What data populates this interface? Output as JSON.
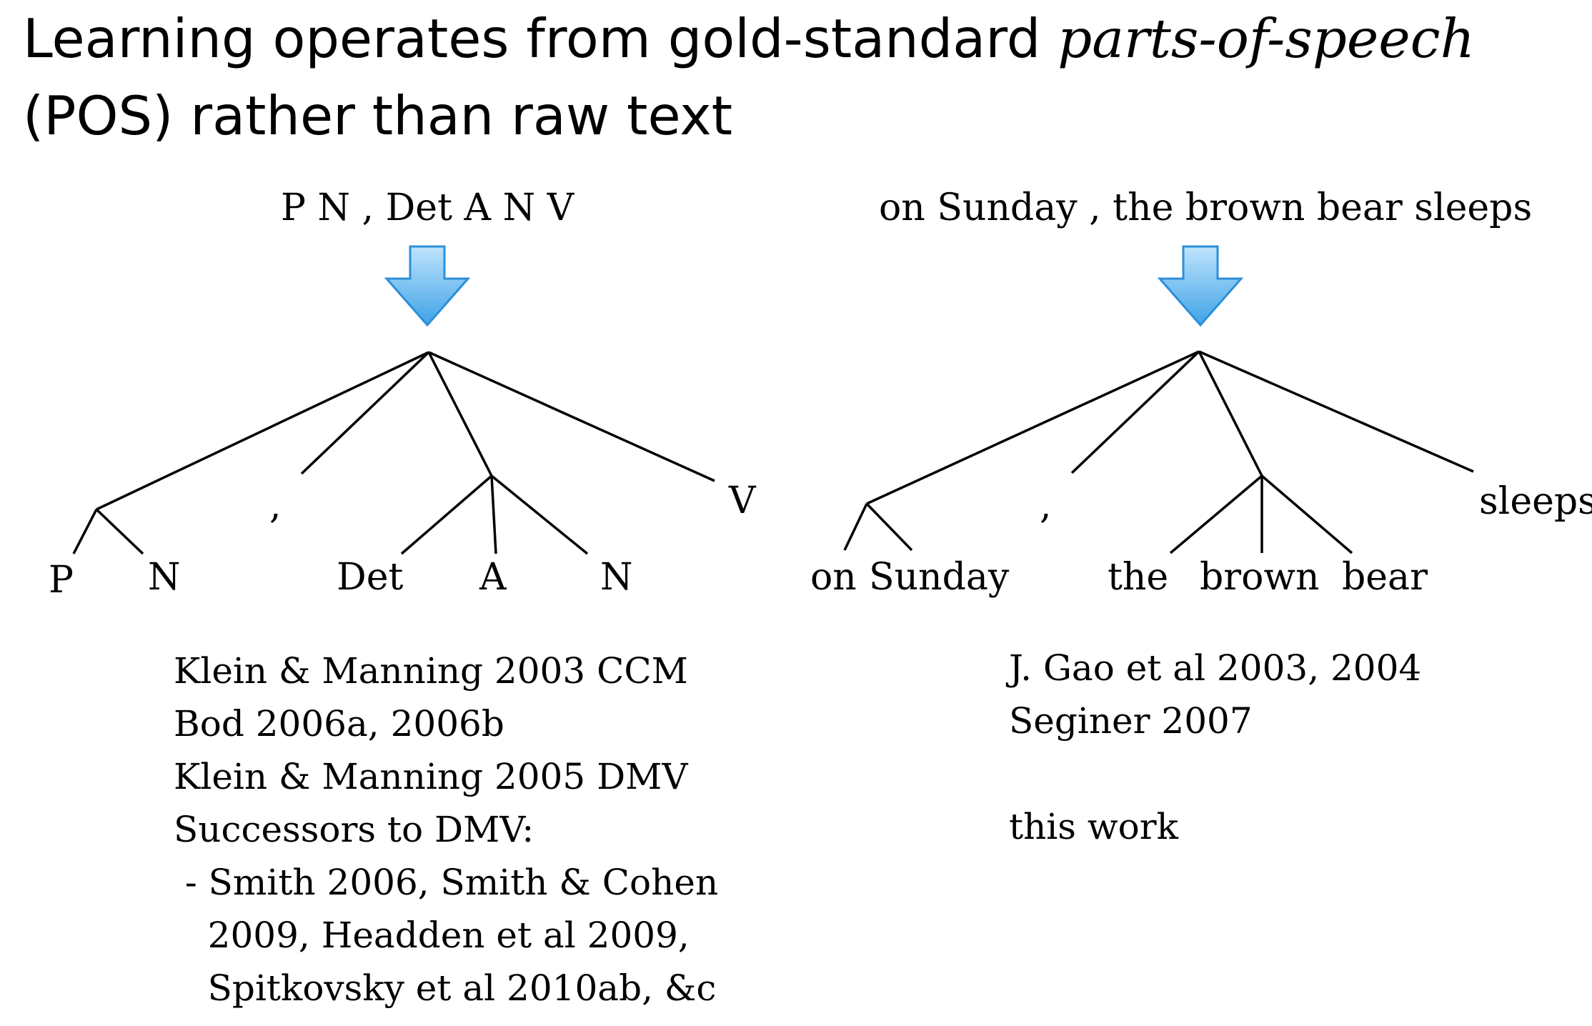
{
  "title": {
    "line1_prefix": "Learning operates from gold-standard ",
    "line1_italic": "parts-of-speech",
    "line2": "(POS) rather than raw text"
  },
  "left": {
    "sequence": "P N , Det A N V",
    "leaves": [
      "P",
      "N",
      ",",
      "Det",
      "A",
      "N",
      "V"
    ],
    "references": [
      "Klein & Manning 2003 CCM",
      "Bod 2006a, 2006b",
      "Klein & Manning 2005 DMV",
      "Successors to DMV:",
      " - Smith 2006, Smith & Cohen",
      "   2009, Headden et al 2009,",
      "   Spitkovsky et al 2010ab, &c"
    ]
  },
  "right": {
    "sequence": "on Sunday , the brown bear sleeps",
    "leaves": [
      "on",
      "Sunday",
      ",",
      "the",
      "brown",
      "bear",
      "sleeps"
    ],
    "references": [
      "J. Gao et al 2003, 2004",
      "Seginer 2007",
      "",
      "this work"
    ]
  },
  "colors": {
    "arrow_fill_top": "#bfe4fb",
    "arrow_fill_bottom": "#3fa2e8",
    "arrow_stroke": "#2b8fd9",
    "lines": "#000000"
  }
}
